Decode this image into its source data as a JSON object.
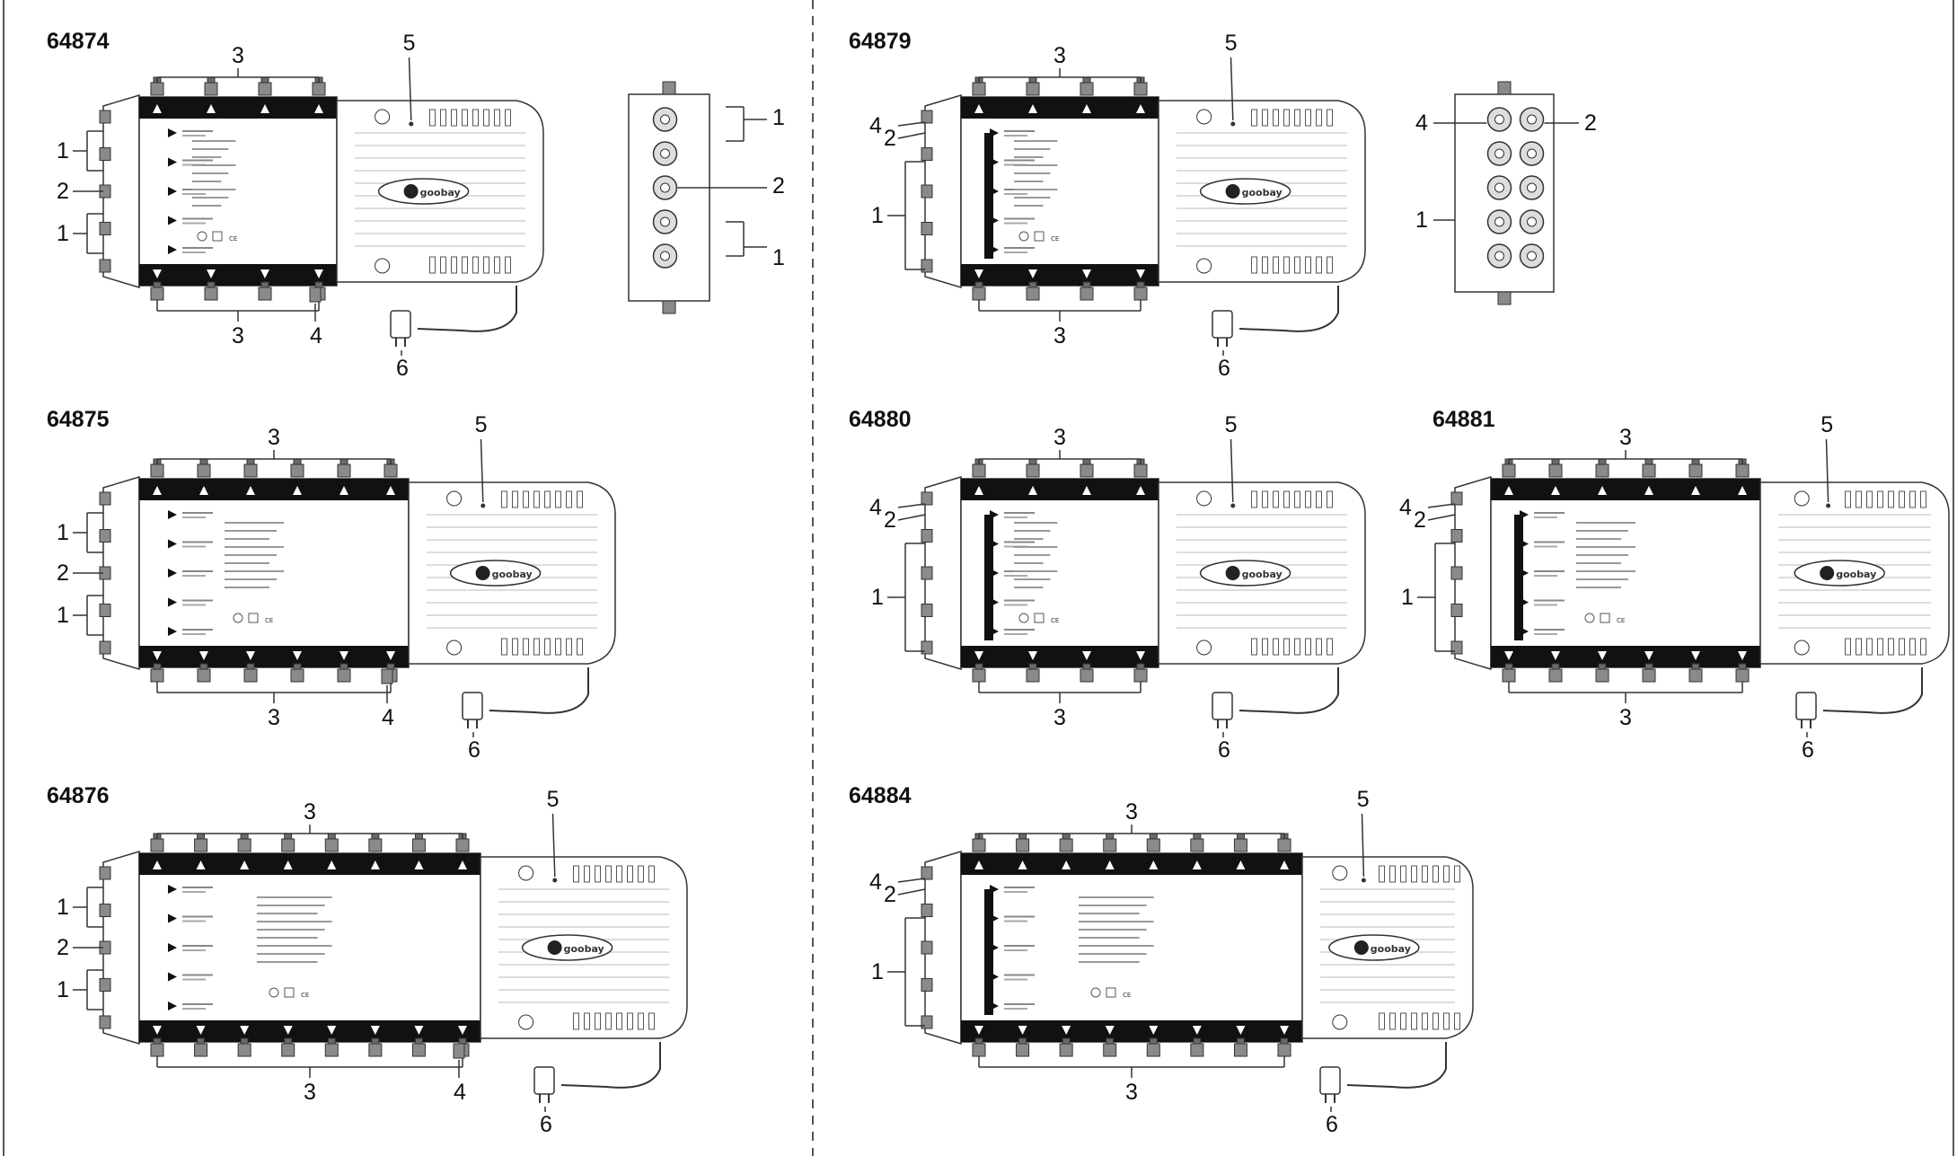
{
  "models": [
    {
      "id": "64874",
      "label": "64874"
    },
    {
      "id": "64875",
      "label": "64875"
    },
    {
      "id": "64876",
      "label": "64876"
    },
    {
      "id": "64879",
      "label": "64879"
    },
    {
      "id": "64880",
      "label": "64880"
    },
    {
      "id": "64881",
      "label": "64881"
    },
    {
      "id": "64884",
      "label": "64884"
    }
  ],
  "callouts": {
    "c1": "1",
    "c2": "2",
    "c3": "3",
    "c4": "4",
    "c5": "5",
    "c6": "6"
  },
  "brand": "goobay",
  "colors": {
    "line": "#333333",
    "connector": "#7a7a7a",
    "band": "#111111",
    "divider": "#555555"
  }
}
